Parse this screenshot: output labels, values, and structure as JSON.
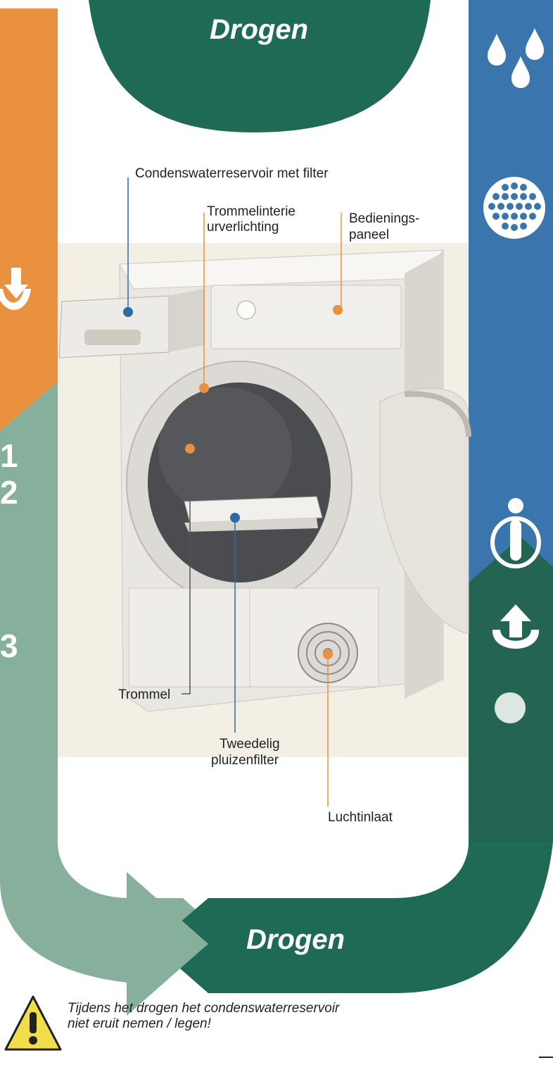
{
  "title_top": "Drogen",
  "title_bottom": "Drogen",
  "labels": {
    "condensate": "Condenswaterreservoir met filter",
    "drum_light_1": "Trommelinterie",
    "drum_light_2": "urverlichting",
    "panel_1": "Bedienings-",
    "panel_2": "paneel",
    "drum": "Trommel",
    "filter_1": "Tweedelig",
    "filter_2": "pluizenfilter",
    "air_inlet": "Luchtinlaat"
  },
  "steps": [
    "1",
    "2",
    "3"
  ],
  "warning": {
    "line1": "Tijdens het drogen het condenswaterreservoir",
    "line2": "niet eruit nemen / legen!"
  },
  "colors": {
    "orange": "#e9913f",
    "sage": "#86b09b",
    "dark_green": "#1f6a55",
    "blue": "#3a76ad",
    "marker_orange": "#e9913f",
    "marker_blue": "#2d6aa8"
  },
  "icons": [
    "water-drops-icon",
    "dot-grid-icon",
    "info-icon",
    "upload-arrow-icon",
    "download-arrow-icon",
    "warning-triangle-icon"
  ]
}
